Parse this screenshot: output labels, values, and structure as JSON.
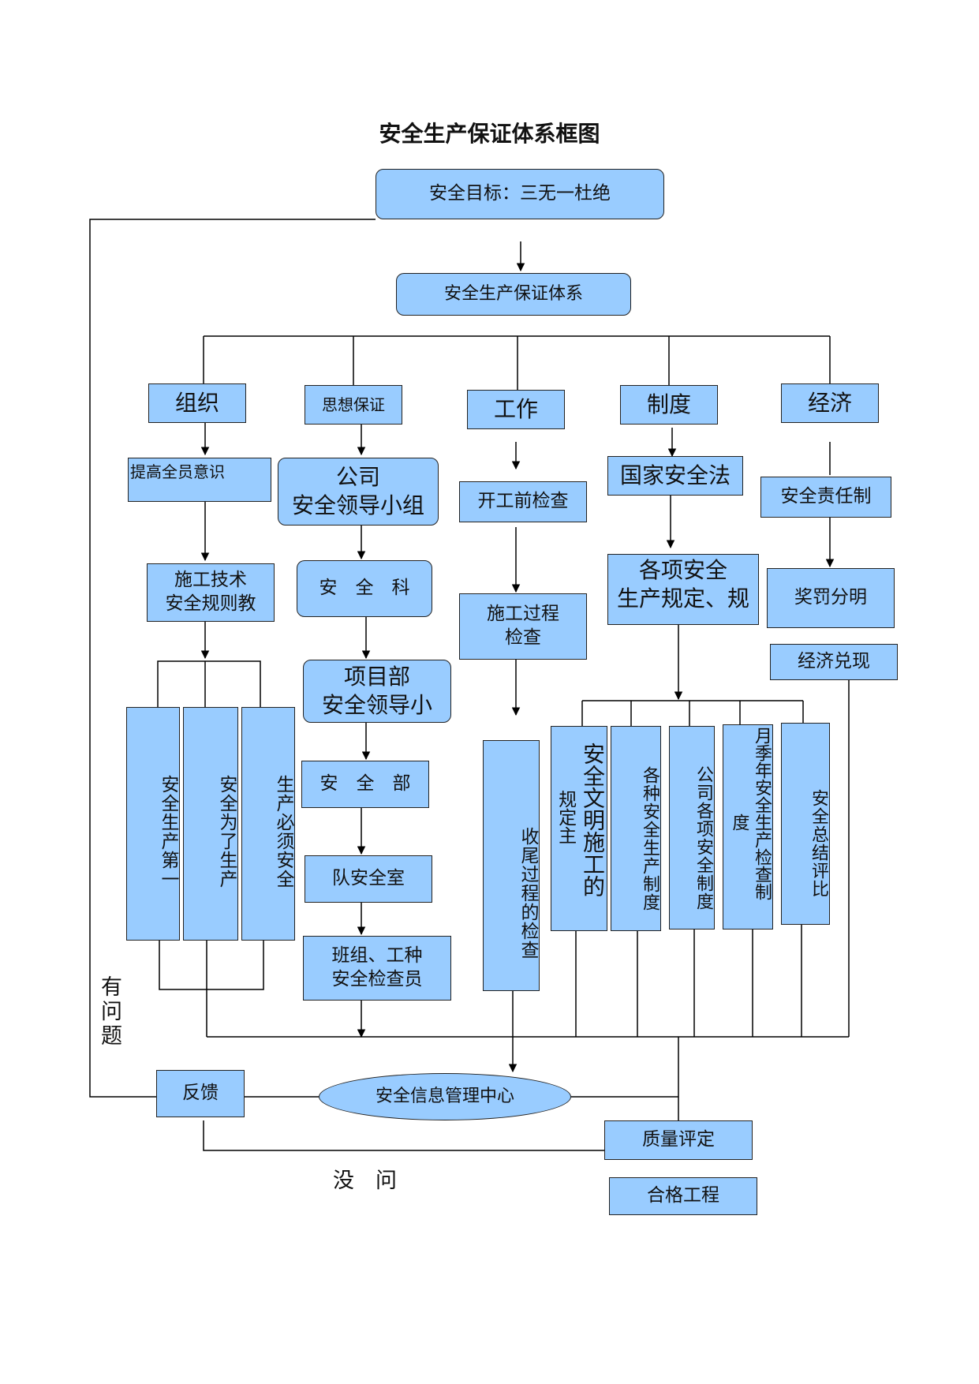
{
  "title": "安全生产保证体系框图",
  "colors": {
    "box_fill": "#99ccff",
    "line": "#000000"
  },
  "nodes": {
    "goal": "安全目标：三无一杜绝",
    "system": "安全生产保证体系",
    "org": "组织",
    "thought": "思想保证",
    "work": "工作",
    "rules": "制度",
    "economy": "经济",
    "raise_awareness": "提高全员意识",
    "company_group": "公司\n安全领导小组",
    "pre_check": "开工前检查",
    "national_law": "国家安全法",
    "responsibility": "安全责任制",
    "tech_rules": "施工技术\n安全规则教",
    "safety_dept": "安　全　科",
    "process_check": "施工过程\n检查",
    "various_rules": "各项安全\n生产规定、规",
    "reward_punish": "奖罚分明",
    "economy_cash": "经济兑现",
    "project_group": "项目部\n安全领导小",
    "safety_section": "安　全　部",
    "team_office": "队安全室",
    "team_inspector": "班组、工种\n安全检查员",
    "v_safety_first": "安全生产第一",
    "v_safety_for_prod": "安全为了生产",
    "v_prod_must_safe": "生产必须安全",
    "final_check": "收尾过程的检查",
    "civil_rules_a": "安全文明施工的",
    "civil_rules_b": "规定主",
    "various_sys": "各种安全生产制度",
    "company_sys": "公司各项安全制度",
    "periodic_a": "月季年安全生产检查制",
    "periodic_b": "度",
    "summary": "安全总结评比",
    "feedback": "反馈",
    "info_center": "安全信息管理中心",
    "quality": "质量评定",
    "qualified": "合格工程",
    "has_problem": "有\n问\n题",
    "no_problem": "没　问"
  }
}
